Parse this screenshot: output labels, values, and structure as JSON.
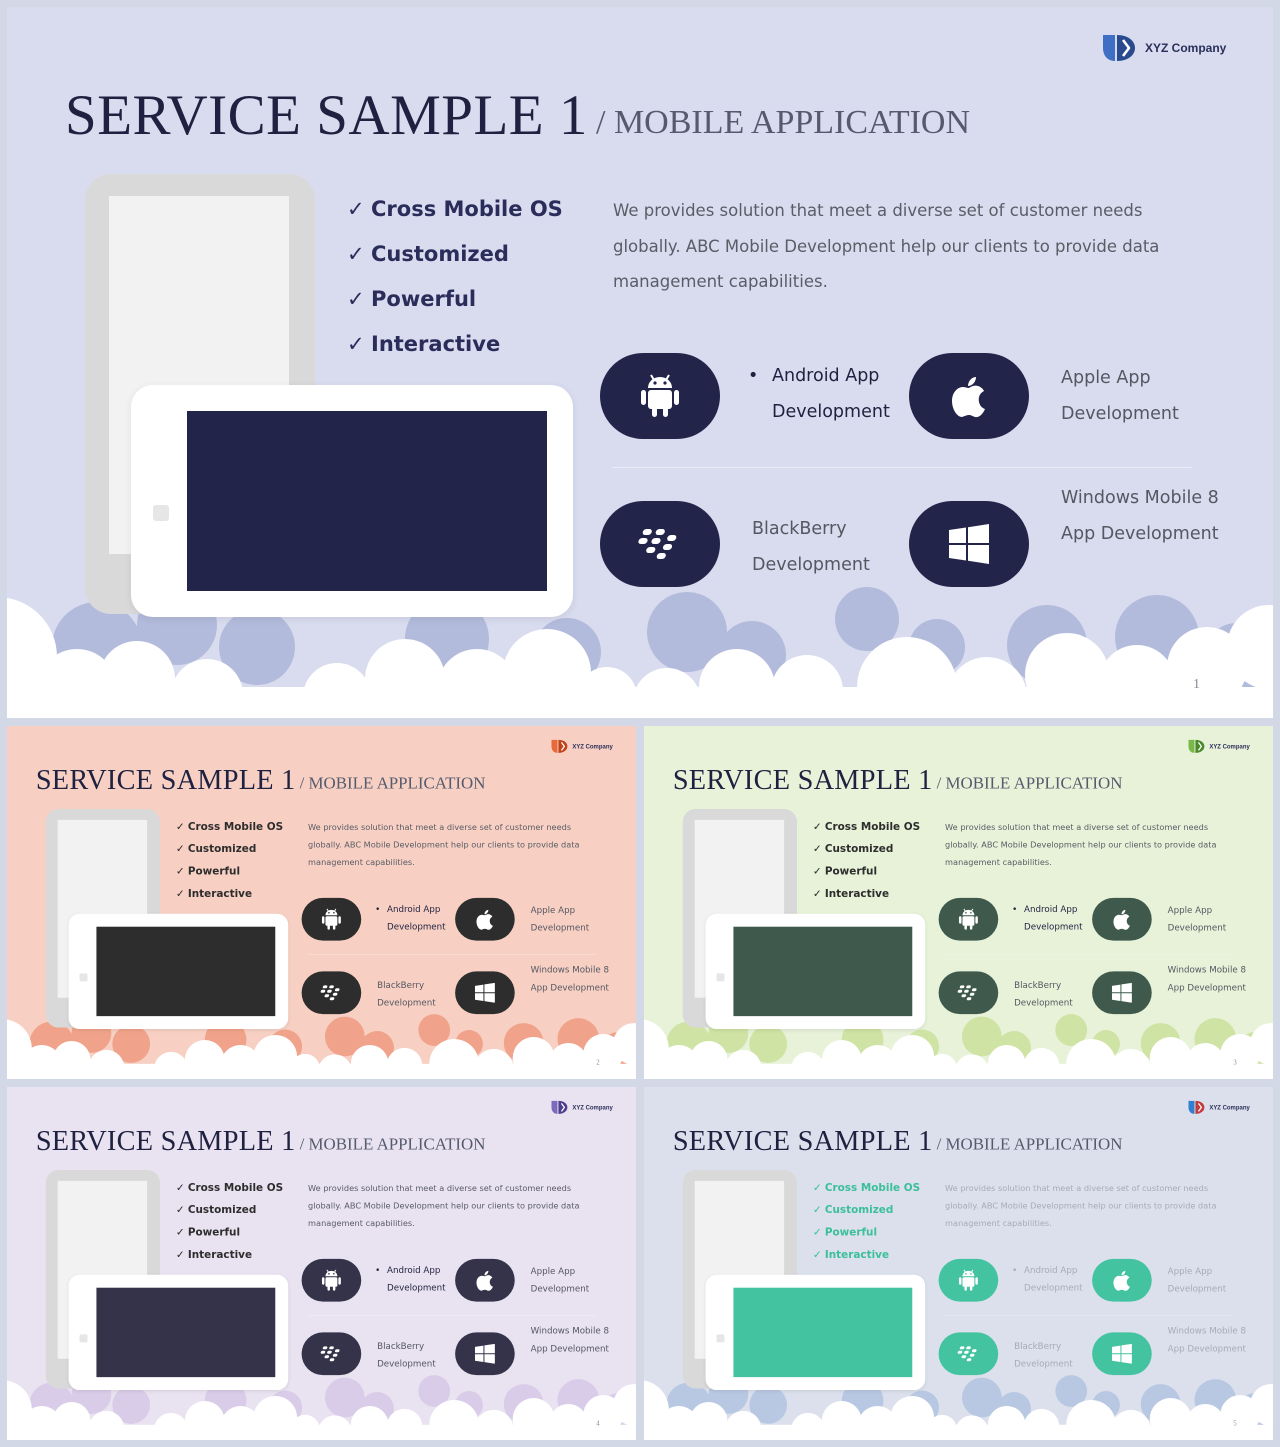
{
  "company": "XYZ Company",
  "title": "SERVICE SAMPLE 1",
  "subtitle": "/ MOBILE APPLICATION",
  "features": [
    "Cross Mobile OS",
    "Customized",
    "Powerful",
    "Interactive"
  ],
  "check_glyph": "✓",
  "bullet_glyph": "•",
  "description": "We provides solution that meet a diverse set of customer needs globally. ABC Mobile Development help our clients to provide data management capabilities.",
  "services": [
    {
      "icon": "android-icon",
      "label": "Android App Development"
    },
    {
      "icon": "apple-icon",
      "label": "Apple App Development"
    },
    {
      "icon": "blackberry-icon",
      "label": "BlackBerry Development"
    },
    {
      "icon": "windows-icon",
      "label": "Windows Mobile 8 App Development"
    }
  ],
  "slides": [
    {
      "page": "1",
      "theme": {
        "bg": "#d8dcee",
        "accent": "#23244a",
        "cloud_back": "#b3bbdc",
        "logo_a": "#3f6fc4",
        "logo_b": "#2a4a90",
        "check_color": "#2a2c5a",
        "label_color": "#555761",
        "desc_color": "#5a5c66"
      }
    },
    {
      "page": "2",
      "theme": {
        "bg": "#f7d0c3",
        "accent": "#2d2d2d",
        "cloud_back": "#f0a38a",
        "logo_a": "#e8693a",
        "logo_b": "#c0431a",
        "check_color": "#2d2d2d",
        "label_color": "#555761",
        "desc_color": "#5a5c66"
      }
    },
    {
      "page": "3",
      "theme": {
        "bg": "#e7f2d9",
        "accent": "#3f5a4c",
        "cloud_back": "#cfe3a4",
        "logo_a": "#79b94a",
        "logo_b": "#4a8a2a",
        "check_color": "#2d2d2d",
        "label_color": "#555761",
        "desc_color": "#5a5c66"
      }
    },
    {
      "page": "4",
      "theme": {
        "bg": "#e9e3f1",
        "accent": "#34334a",
        "cloud_back": "#d9cce8",
        "logo_a": "#7c6bbd",
        "logo_b": "#4c3f8f",
        "check_color": "#2d2d2d",
        "label_color": "#555761",
        "desc_color": "#5a5c66"
      }
    },
    {
      "page": "5",
      "theme": {
        "bg": "#dbe0ec",
        "accent": "#43c3a0",
        "cloud_back": "#b9c8e2",
        "logo_a": "#2f80d0",
        "logo_b": "#c23a3a",
        "check_color": "#3bbf9a",
        "label_color": "#a6abb8",
        "desc_color": "#a6abb8"
      }
    }
  ]
}
